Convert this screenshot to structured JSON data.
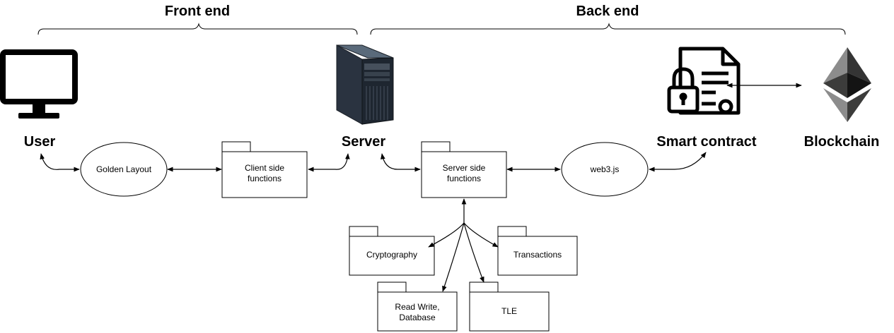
{
  "sections": {
    "front_end": "Front end",
    "back_end": "Back end"
  },
  "actors": {
    "user": "User",
    "server": "Server",
    "smart_contract": "Smart contract",
    "blockchain": "Blockchain"
  },
  "nodes": {
    "golden_layout": "Golden Layout",
    "client_side": [
      "Client side",
      "functions"
    ],
    "server_side": [
      "Server side",
      "functions"
    ],
    "web3": "web3.js",
    "cryptography": "Cryptography",
    "transactions": "Transactions",
    "read_write": [
      "Read Write,",
      "Database"
    ],
    "tle": "TLE"
  },
  "icons": {
    "user": "monitor-icon",
    "server": "server-tower-icon",
    "smart_contract": "locked-document-icon",
    "blockchain": "ethereum-icon"
  }
}
